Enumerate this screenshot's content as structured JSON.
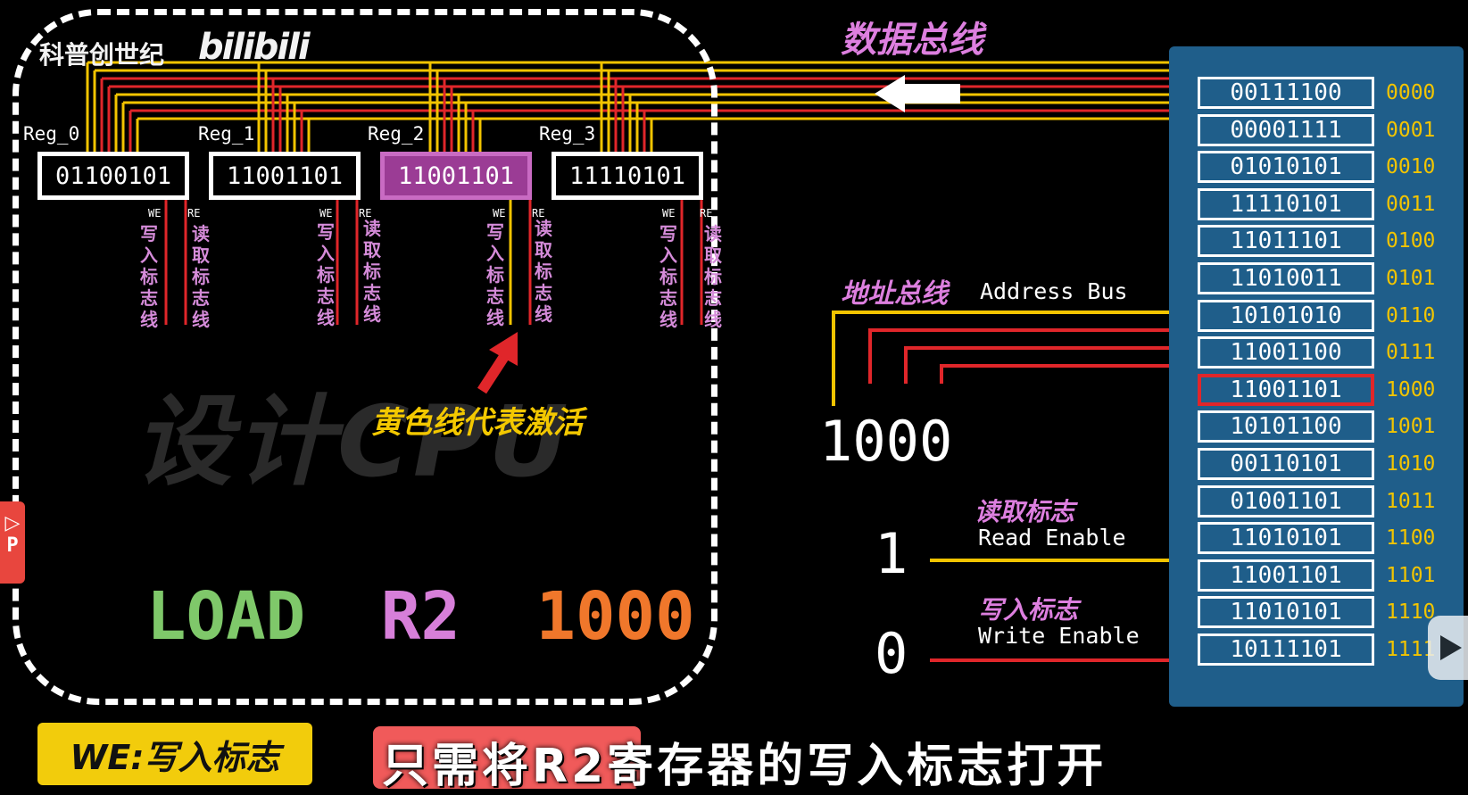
{
  "watermark": {
    "channel": "科普创世纪",
    "logo": "bilibili",
    "big": "设计CPU"
  },
  "data_bus": {
    "title": "数据总线"
  },
  "address_bus": {
    "title_cn": "地址总线",
    "title_en": "Address Bus",
    "value": "1000"
  },
  "registers": [
    {
      "label": "Reg_0",
      "value": "01100101",
      "active": false
    },
    {
      "label": "Reg_1",
      "value": "11001101",
      "active": false
    },
    {
      "label": "Reg_2",
      "value": "11001101",
      "active": true
    },
    {
      "label": "Reg_3",
      "value": "11110101",
      "active": false
    }
  ],
  "flags": {
    "we_abbr": "WE",
    "re_abbr": "RE",
    "we_cn": "写入标志线",
    "re_cn": "读取标志线"
  },
  "annotation": "黄色线代表激活",
  "instruction": {
    "op": "LOAD",
    "reg": "R2",
    "addr": "1000",
    "op_color": "#7fc86a",
    "reg_color": "#d77fd9",
    "addr_color": "#f0772b"
  },
  "read_enable": {
    "cn": "读取标志",
    "en": "Read Enable",
    "value": "1"
  },
  "write_enable": {
    "cn": "写入标志",
    "en": "Write Enable",
    "value": "0"
  },
  "memory": [
    {
      "value": "00111100",
      "addr": "0000"
    },
    {
      "value": "00001111",
      "addr": "0001"
    },
    {
      "value": "01010101",
      "addr": "0010"
    },
    {
      "value": "11110101",
      "addr": "0011"
    },
    {
      "value": "11011101",
      "addr": "0100"
    },
    {
      "value": "11010011",
      "addr": "0101"
    },
    {
      "value": "10101010",
      "addr": "0110"
    },
    {
      "value": "11001100",
      "addr": "0111"
    },
    {
      "value": "11001101",
      "addr": "1000",
      "selected": true
    },
    {
      "value": "10101100",
      "addr": "1001"
    },
    {
      "value": "00110101",
      "addr": "1010"
    },
    {
      "value": "01001101",
      "addr": "1011"
    },
    {
      "value": "11010101",
      "addr": "1100"
    },
    {
      "value": "11001101",
      "addr": "1101"
    },
    {
      "value": "11010101",
      "addr": "1110"
    },
    {
      "value": "10111101",
      "addr": "1111"
    }
  ],
  "subtitle": {
    "tag": "WE:写入标志",
    "text": "只需将R2寄存器的写入标志打开"
  },
  "colors": {
    "active_wire": "#f2c400",
    "inactive_wire": "#e0262a",
    "memory_panel": "#1f5e8a"
  }
}
